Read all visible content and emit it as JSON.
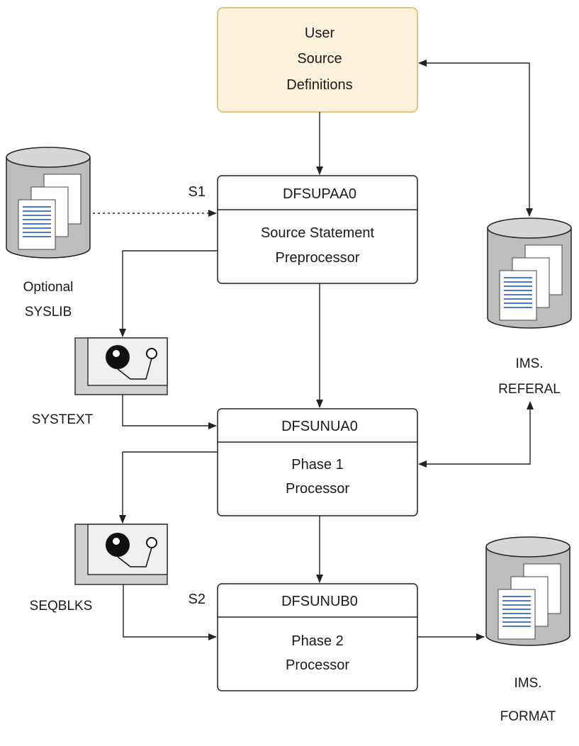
{
  "source_box": {
    "lines": [
      "User",
      "Source",
      "Definitions"
    ]
  },
  "modules": [
    {
      "id": "upaa",
      "step": "S1",
      "name": "DFSUPAA0",
      "desc": [
        "Source Statement",
        "Preprocessor"
      ]
    },
    {
      "id": "unua",
      "step": "",
      "name": "DFSUNUA0",
      "desc": [
        "Phase 1",
        "Processor"
      ]
    },
    {
      "id": "unub",
      "step": "S2",
      "name": "DFSUNUB0",
      "desc": [
        "Phase 2",
        "Processor"
      ]
    }
  ],
  "datasets": {
    "syslib": [
      "Optional",
      "SYSLIB"
    ],
    "referal": [
      "IMS.",
      "REFERAL"
    ],
    "format": [
      "IMS.",
      "FORMAT"
    ]
  },
  "tapes": {
    "systext": "SYSTEXT",
    "seqblks": "SEQBLKS"
  },
  "colors": {
    "source_fill": "#fdf3dc",
    "source_stroke": "#e5c37a",
    "cylinder_fill": "#bdbdbd",
    "cylinder_top": "#d6d6d6",
    "tape_fill": "#d0d0d0",
    "page_line": "#4a78d8",
    "stroke": "#222222"
  }
}
